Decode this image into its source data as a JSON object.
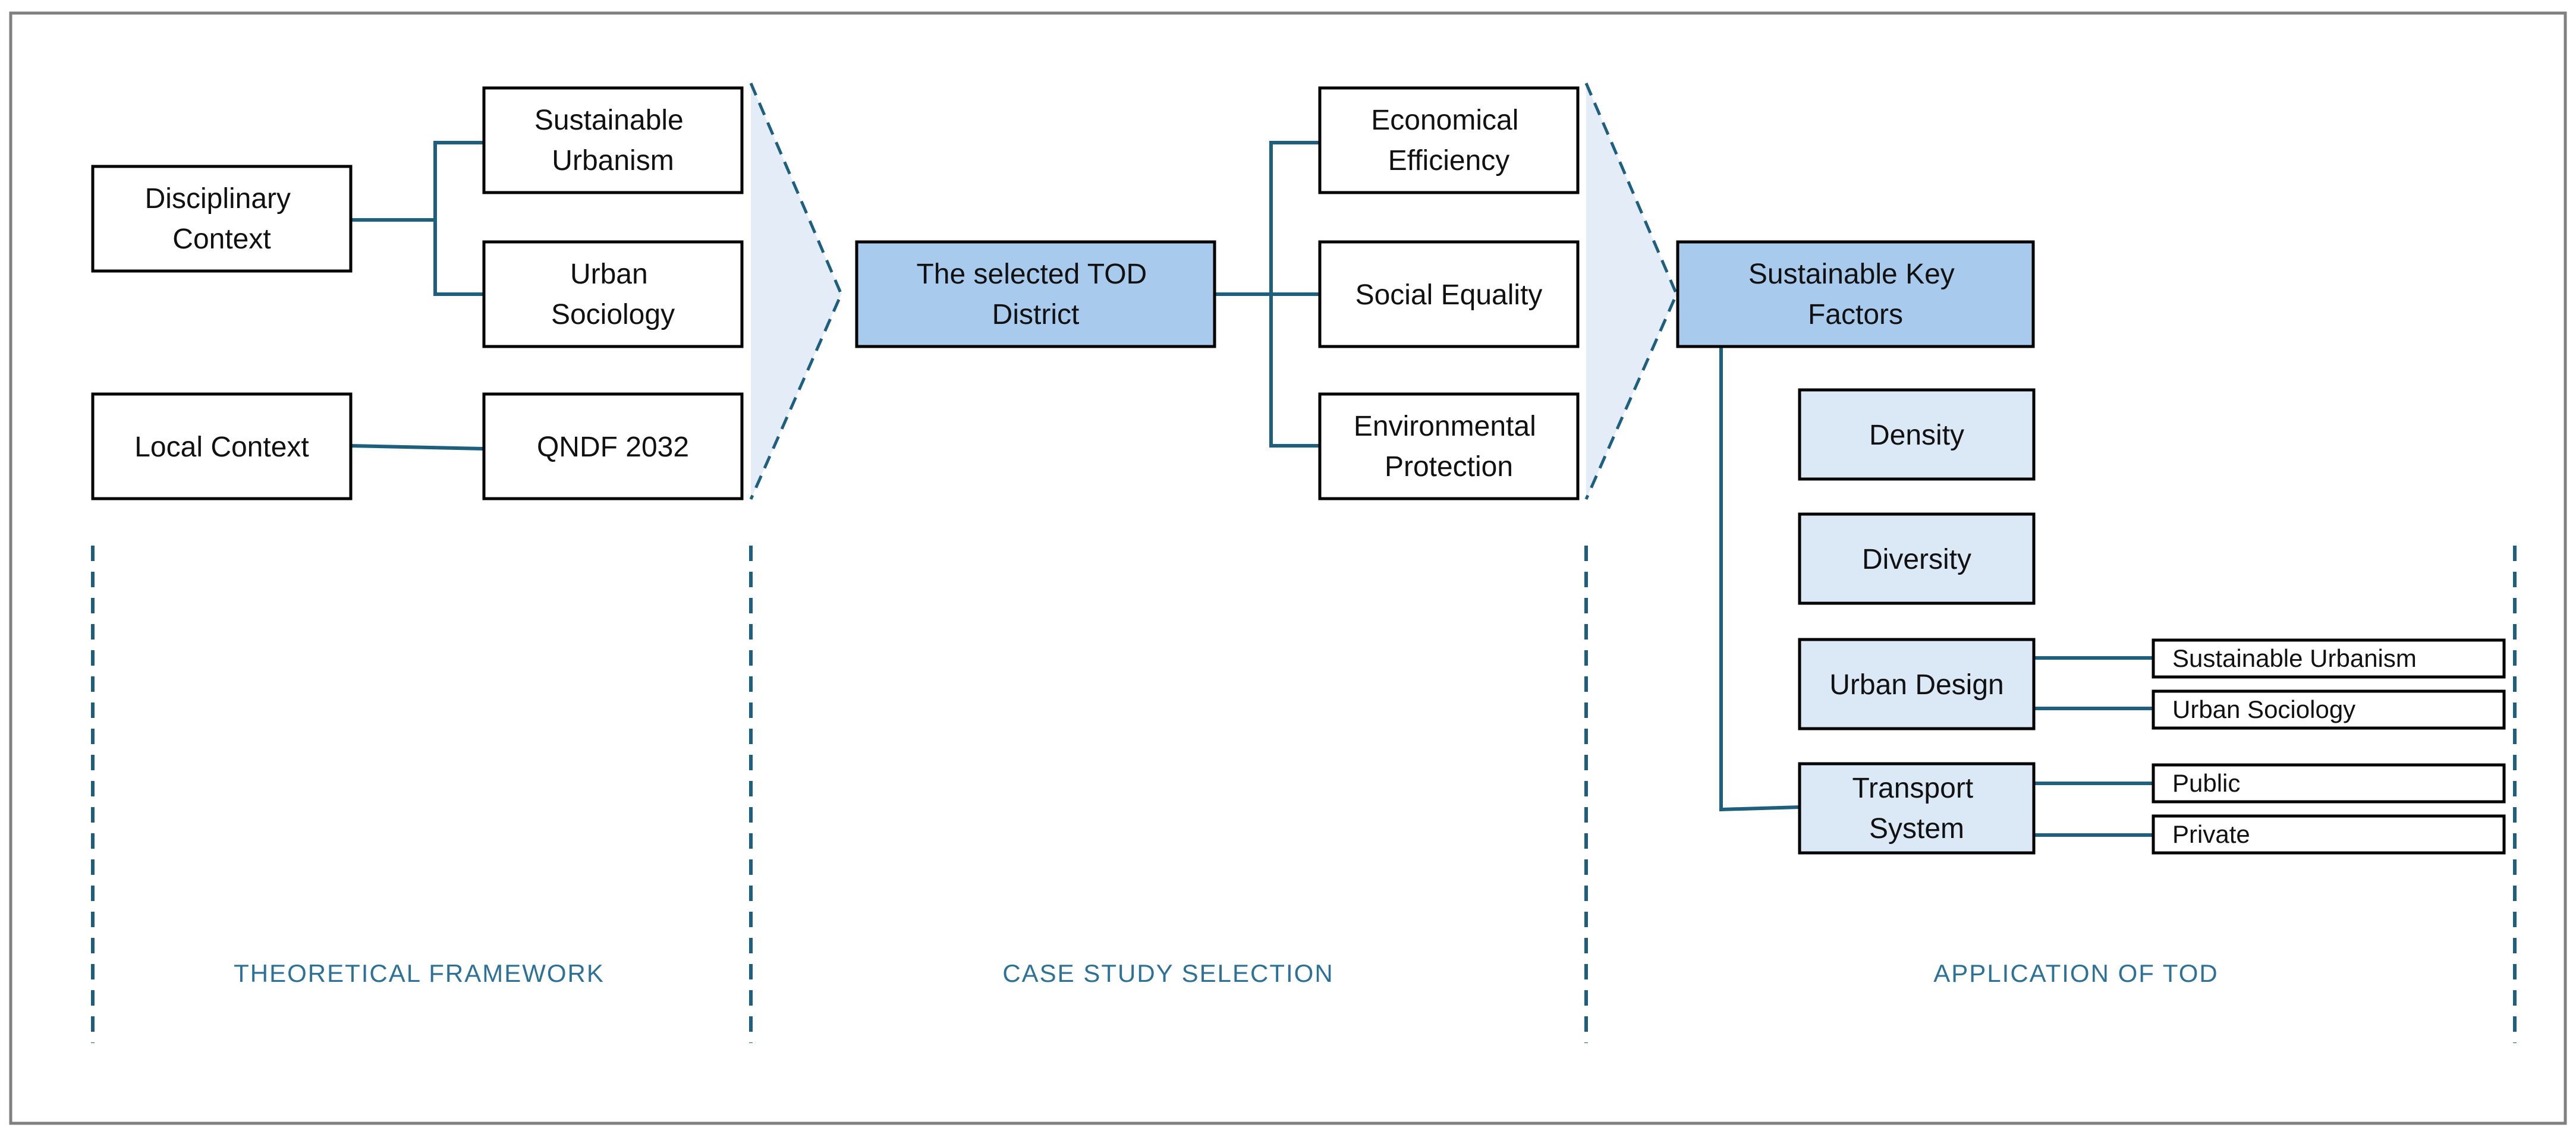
{
  "colors": {
    "box_white": "#ffffff",
    "box_dark": "#a8caec",
    "box_light": "#dbe8f6",
    "arrow_fill": "#e3ecf7",
    "connector": "#1f5f7e",
    "section_label": "#2e7196",
    "frame": "#808080"
  },
  "sections": [
    {
      "id": "theoretical",
      "label": "THEORETICAL FRAMEWORK"
    },
    {
      "id": "case",
      "label": "CASE STUDY SELECTION"
    },
    {
      "id": "application",
      "label": "APPLICATION OF TOD"
    }
  ],
  "boxes": {
    "disciplinary": {
      "lines": [
        "Disciplinary",
        "Context"
      ]
    },
    "local": {
      "lines": [
        "Local Context"
      ]
    },
    "sust_urbanism": {
      "lines": [
        "Sustainable",
        "Urbanism"
      ]
    },
    "urban_sociology": {
      "lines": [
        "Urban",
        "Sociology"
      ]
    },
    "qndf": {
      "lines": [
        "QNDF 2032"
      ]
    },
    "tod_district": {
      "lines": [
        "The selected TOD",
        "District"
      ]
    },
    "econ": {
      "lines": [
        "Economical",
        "Efficiency"
      ]
    },
    "social": {
      "lines": [
        "Social Equality"
      ]
    },
    "env": {
      "lines": [
        "Environmental",
        "Protection"
      ]
    },
    "key_factors": {
      "lines": [
        "Sustainable Key",
        "Factors"
      ]
    },
    "density": {
      "lines": [
        "Density"
      ]
    },
    "diversity": {
      "lines": [
        "Diversity"
      ]
    },
    "urban_design": {
      "lines": [
        "Urban Design"
      ]
    },
    "transport": {
      "lines": [
        "Transport",
        "System"
      ]
    },
    "ud_sust": {
      "lines": [
        "Sustainable Urbanism"
      ]
    },
    "ud_soc": {
      "lines": [
        "Urban Sociology"
      ]
    },
    "tr_public": {
      "lines": [
        "Public"
      ]
    },
    "tr_private": {
      "lines": [
        "Private"
      ]
    }
  }
}
